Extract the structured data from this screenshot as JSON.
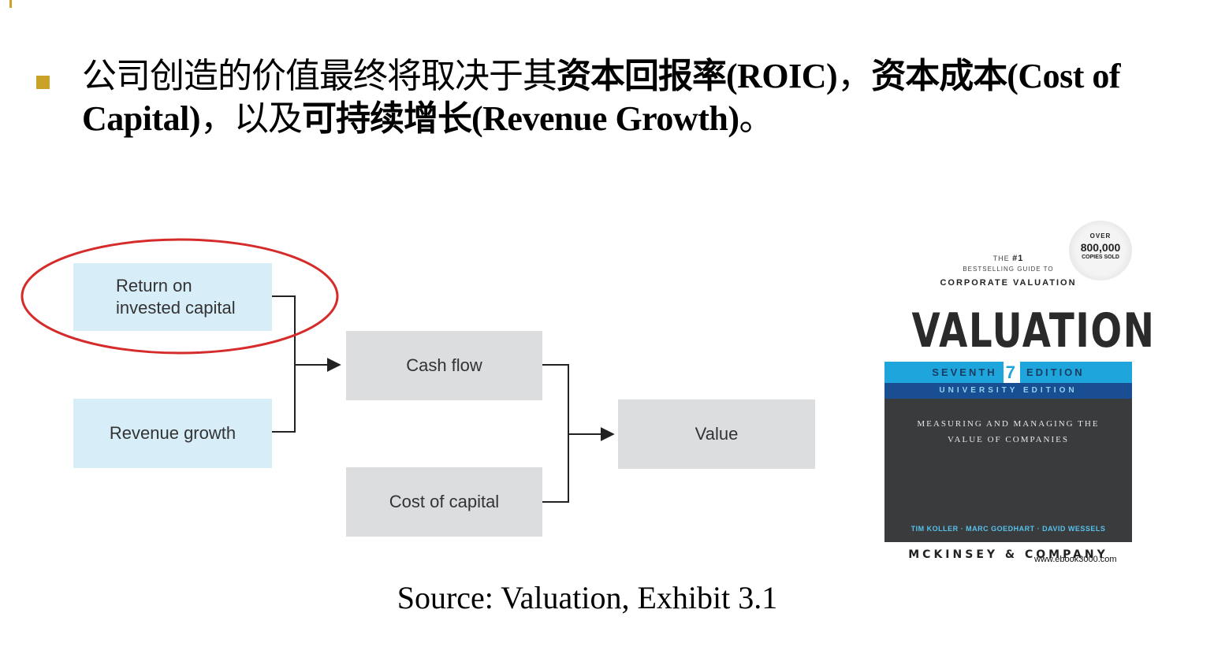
{
  "bullet": {
    "p1": "公司创造的价值最终将取决于其",
    "b1": "资本回报率",
    "e1": "(ROIC)",
    "p2": "，",
    "b2": "资本成本",
    "e2": "(Cost of Capital)",
    "p3": "，以及",
    "b3": "可持续增长",
    "e3": "(Revenue Growth)",
    "p4": "。"
  },
  "diagram": {
    "roic_line1": "Return on",
    "roic_line2": "invested capital",
    "revenue_growth": "Revenue growth",
    "cash_flow": "Cash flow",
    "cost_of_capital": "Cost of capital",
    "value": "Value",
    "highlight_color": "#d62b2b"
  },
  "source": "Source: Valuation, Exhibit 3.1",
  "book": {
    "badge_top": "OVER",
    "badge_num": "800,000",
    "badge_bottom": "COPIES SOLD",
    "tag_the": "THE",
    "tag_num": "#1",
    "tag_sub": "BESTSELLING GUIDE TO",
    "tag_main": "CORPORATE VALUATION",
    "title": "VALUATION",
    "edition_left": "SEVENTH",
    "edition_num": "7",
    "edition_right": "EDITION",
    "university": "UNIVERSITY EDITION",
    "subtitle_line1": "MEASURING AND MANAGING THE",
    "subtitle_line2": "VALUE OF COMPANIES",
    "authors": "TIM KOLLER · MARC GOEDHART · DAVID WESSELS",
    "publisher": "MCKINSEY & COMPANY",
    "watermark": "www.ebook3000.com"
  }
}
